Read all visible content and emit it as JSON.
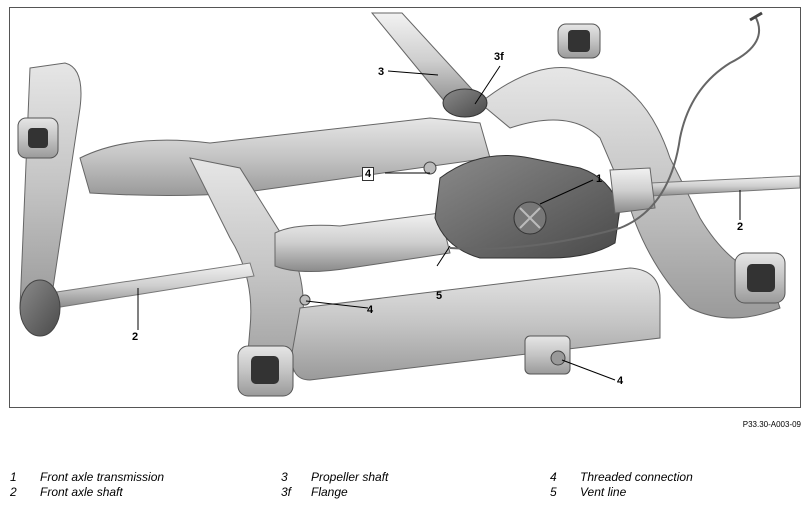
{
  "figure": {
    "reference": "P33.30-A003-09",
    "callouts": [
      {
        "id": "c3",
        "text": "3"
      },
      {
        "id": "c3f",
        "text": "3f"
      },
      {
        "id": "c1",
        "text": "1"
      },
      {
        "id": "c4a",
        "text": "4"
      },
      {
        "id": "c2r",
        "text": "2"
      },
      {
        "id": "c5",
        "text": "5"
      },
      {
        "id": "c4b",
        "text": "4"
      },
      {
        "id": "c2l",
        "text": "2"
      },
      {
        "id": "c4c",
        "text": "4"
      }
    ]
  },
  "legend": [
    {
      "num": "1",
      "text": "Front axle transmission"
    },
    {
      "num": "2",
      "text": "Front axle shaft"
    },
    {
      "num": "3",
      "text": "Propeller shaft"
    },
    {
      "num": "3f",
      "text": "Flange"
    },
    {
      "num": "4",
      "text": "Threaded connection"
    },
    {
      "num": "5",
      "text": "Vent line"
    }
  ]
}
